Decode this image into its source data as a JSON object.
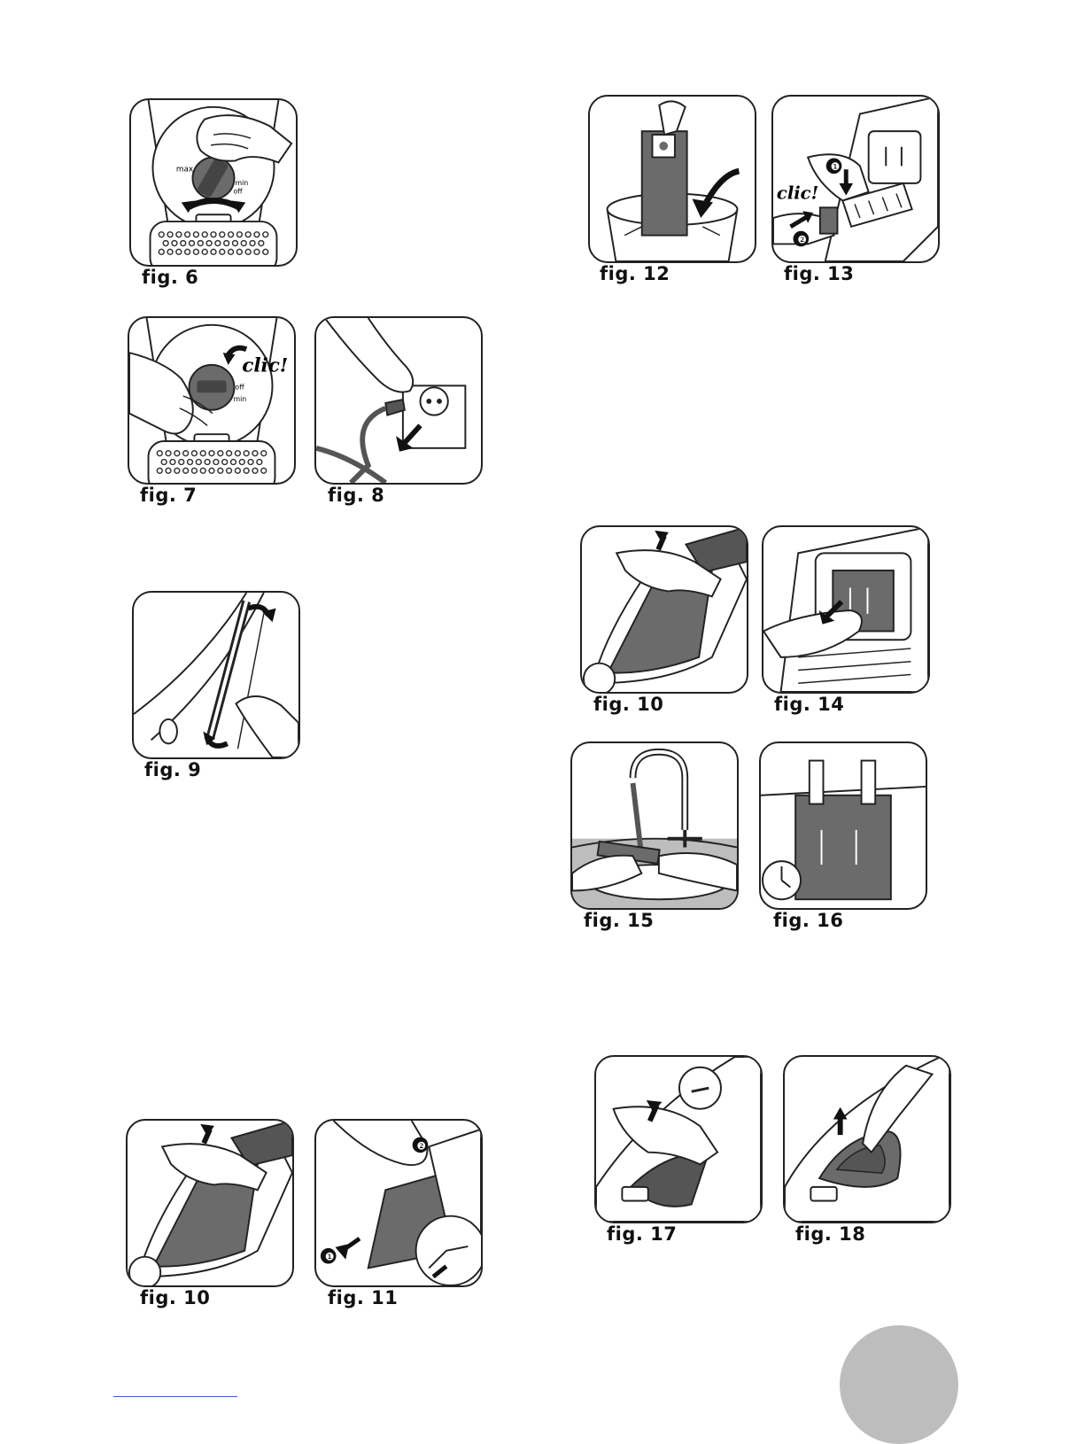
{
  "figures": {
    "f6": {
      "caption": "fig. 6",
      "labels": [
        "max",
        "min",
        "off"
      ]
    },
    "f7": {
      "caption": "fig. 7",
      "clic": "clic!",
      "labels": [
        "off",
        "min"
      ]
    },
    "f8": {
      "caption": "fig. 8"
    },
    "f9": {
      "caption": "fig. 9"
    },
    "f10a": {
      "caption": "fig. 10"
    },
    "f11": {
      "caption": "fig. 11",
      "step1": "❶",
      "step2": "❷"
    },
    "f12": {
      "caption": "fig. 12"
    },
    "f13": {
      "caption": "fig. 13",
      "clic": "clic!",
      "step1": "❶",
      "step2": "❷"
    },
    "f10b": {
      "caption": "fig. 10"
    },
    "f14": {
      "caption": "fig. 14"
    },
    "f15": {
      "caption": "fig. 15"
    },
    "f16": {
      "caption": "fig. 16"
    },
    "f17": {
      "caption": "fig. 17"
    },
    "f18": {
      "caption": "fig. 18"
    }
  },
  "colors": {
    "ink": "#222222",
    "gray": "#6b6b6b",
    "badge": "#bdbdbd"
  }
}
